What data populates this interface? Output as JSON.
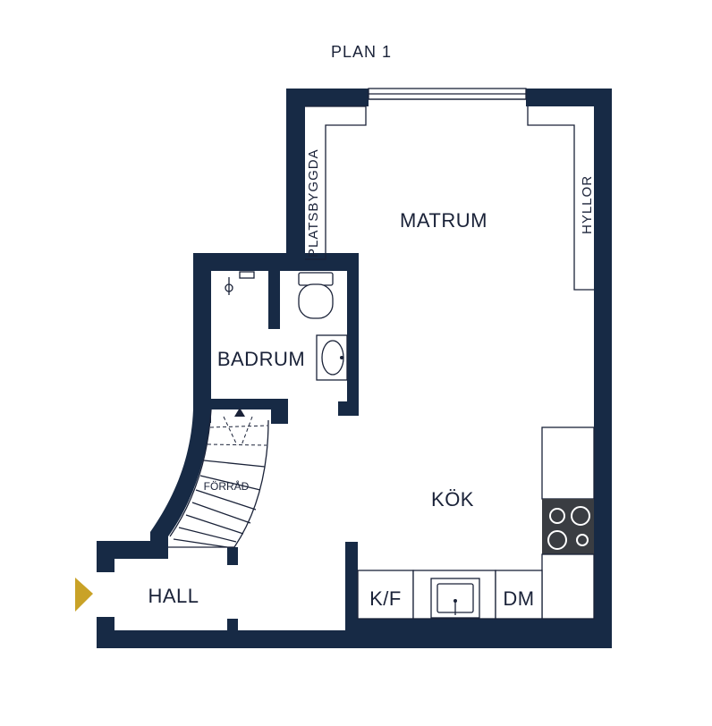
{
  "title": "PLAN 1",
  "rooms": {
    "matrum": "MATRUM",
    "kok": "KÖK",
    "badrum": "BADRUM",
    "hall": "HALL",
    "forrad": "FÖRRÅD",
    "kf": "K/F",
    "dm": "DM",
    "platsbyggda": "PLATSBYGGDA",
    "hyllor": "HYLLOR"
  },
  "colors": {
    "wall": "#172a45",
    "entrance_marker": "#c9a227"
  },
  "icons": [
    "entrance-arrow-icon",
    "stove-icon",
    "sink-icon",
    "toilet-icon",
    "washbasin-icon",
    "shower-icon",
    "stair-direction-icon"
  ]
}
